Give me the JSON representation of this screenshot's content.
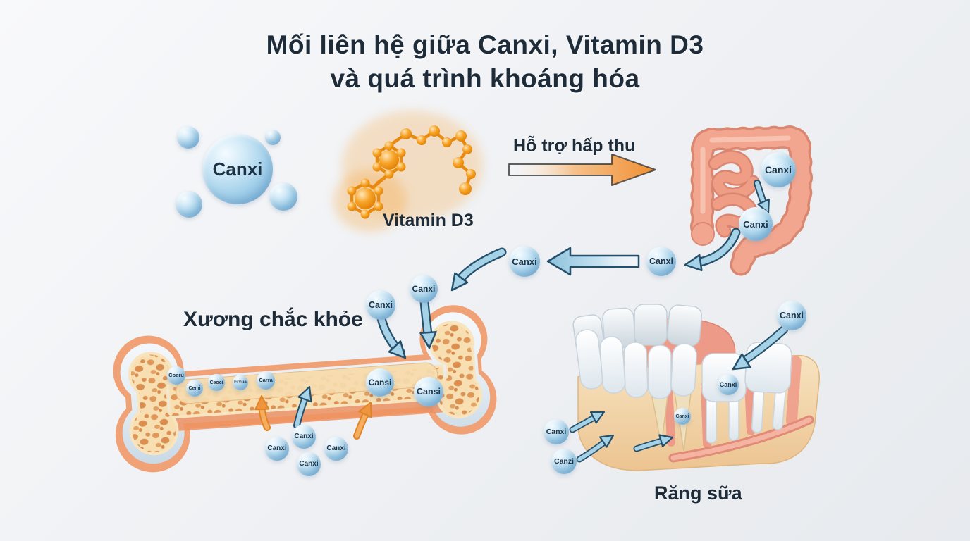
{
  "title": {
    "line1": "Mối liên hệ giữa Canxi, Vitamin D3",
    "line2": "và quá trình khoáng hóa"
  },
  "calcium_cluster": {
    "label": "Canxi"
  },
  "vitamin": {
    "label": "Vitamin D3"
  },
  "absorption_arrow": {
    "label": "Hỗ trợ hấp thu"
  },
  "intestine": {
    "bubbles": [
      "Canxi",
      "Canxi"
    ]
  },
  "transfer": {
    "bubbles": [
      "Canxi",
      "Canxi"
    ]
  },
  "bone": {
    "label": "Xương chắc khỏe",
    "incoming_bubbles": [
      "Canxi",
      "Canxi"
    ],
    "inner_bubbles": [
      "Coeru",
      "Cemi",
      "Ceoci",
      "Frxua",
      "Carra",
      "Cansi",
      "Cansi"
    ],
    "below_bubbles": [
      "Canxi",
      "Canxi",
      "Canxi",
      "Canxi"
    ]
  },
  "teeth": {
    "label": "Răng sữa",
    "bubbles": [
      "Canxi",
      "Canxi",
      "Canxi",
      "Canxi",
      "Canzi"
    ]
  },
  "colors": {
    "title_navy": "#1e2b39",
    "bubble_blue": "#a9d4ec",
    "arrow_blue": "#a6d2e8",
    "arrow_outline": "#24506b",
    "arrow_orange": "#f0953f",
    "intestine_pink": "#f3a68f",
    "bone_cream": "#f7dfb2",
    "bone_salmon": "#f0a176",
    "jaw_tan": "#f2d4a7",
    "gum_pink": "#ee9a89",
    "vitamin_orange": "#f59b1e"
  }
}
